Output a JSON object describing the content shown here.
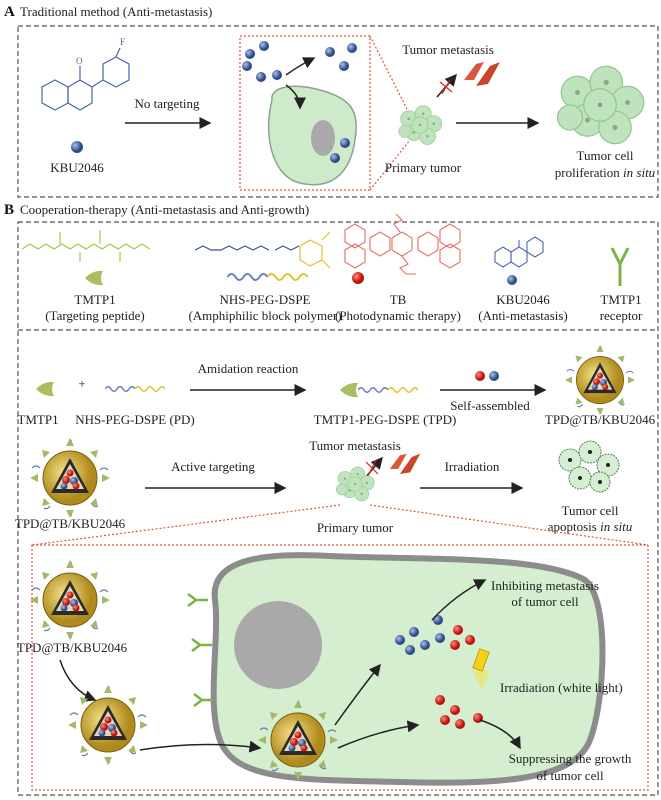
{
  "panel_a": {
    "letter": "A",
    "title": "Traditional method  (Anti-metastasis)",
    "kbu_label": "KBU2046",
    "fluorine": "F",
    "arrow_label": "No targeting",
    "metastasis_label": "Tumor metastasis",
    "primary_tumor": "Primary tumor",
    "result_line1": "Tumor cell",
    "result_line2": "proliferation ",
    "result_italic": "in situ"
  },
  "panel_b": {
    "letter": "B",
    "title": "Cooperation-therapy (Anti-metastasis and Anti-growth)",
    "components": [
      {
        "name": "TMTP1",
        "desc": "(Targeting peptide)"
      },
      {
        "name": "NHS-PEG-DSPE",
        "desc": "(Amphiphilic block polymer)"
      },
      {
        "name": "TB",
        "desc": "(Photodynamic therapy)"
      },
      {
        "name": "KBU2046",
        "desc": "(Anti-metastasis)"
      },
      {
        "name": "TMTP1",
        "desc": "receptor"
      }
    ],
    "reaction": {
      "plus": "+",
      "step1": "Amidation reaction",
      "step2": "Self-assembled",
      "labels": [
        "TMTP1",
        "NHS-PEG-DSPE (PD)",
        "TMTP1-PEG-DSPE (TPD)",
        "TPD@TB/KBU2046"
      ]
    },
    "therapy": {
      "np_label": "TPD@TB/KBU2046",
      "step1": "Active targeting",
      "metastasis_label": "Tumor metastasis",
      "primary_tumor": "Primary tumor",
      "step2": "Irradiation",
      "result_line1": "Tumor cell",
      "result_line2": "apoptosis ",
      "result_italic": "in situ"
    },
    "detail": {
      "np_label": "TPD@TB/KBU2046",
      "inhibit_line1": "Inhibiting metastasis",
      "inhibit_line2": "of tumor cell",
      "irradiation": "Irradiation (white light)",
      "suppress_line1": "Suppressing the growth",
      "suppress_line2": "of tumor cell"
    }
  },
  "colors": {
    "kbu_dot": "#3b5a9a",
    "tb_dot": "#d8231b",
    "cell": "#cfeacb",
    "peptide": "#9acd4a",
    "outline_red": "#e0533f"
  }
}
